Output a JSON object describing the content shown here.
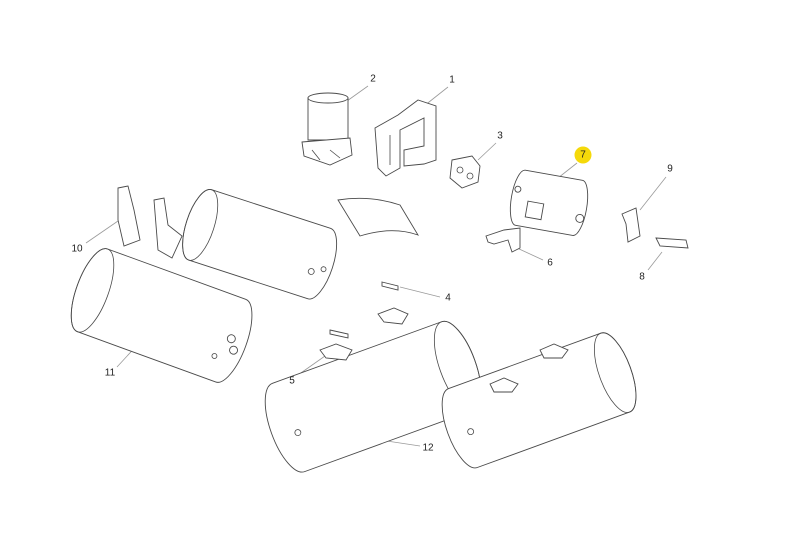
{
  "diagram": {
    "highlight_color": "#f5d90a",
    "callouts": [
      {
        "id": "1",
        "label": "1",
        "highlighted": false
      },
      {
        "id": "2",
        "label": "2",
        "highlighted": false
      },
      {
        "id": "3",
        "label": "3",
        "highlighted": false
      },
      {
        "id": "4",
        "label": "4",
        "highlighted": false
      },
      {
        "id": "5",
        "label": "5",
        "highlighted": false
      },
      {
        "id": "6",
        "label": "6",
        "highlighted": false
      },
      {
        "id": "7",
        "label": "7",
        "highlighted": true
      },
      {
        "id": "8",
        "label": "8",
        "highlighted": false
      },
      {
        "id": "9",
        "label": "9",
        "highlighted": false
      },
      {
        "id": "10",
        "label": "10",
        "highlighted": false
      },
      {
        "id": "11",
        "label": "11",
        "highlighted": false
      },
      {
        "id": "12",
        "label": "12",
        "highlighted": false
      }
    ]
  }
}
